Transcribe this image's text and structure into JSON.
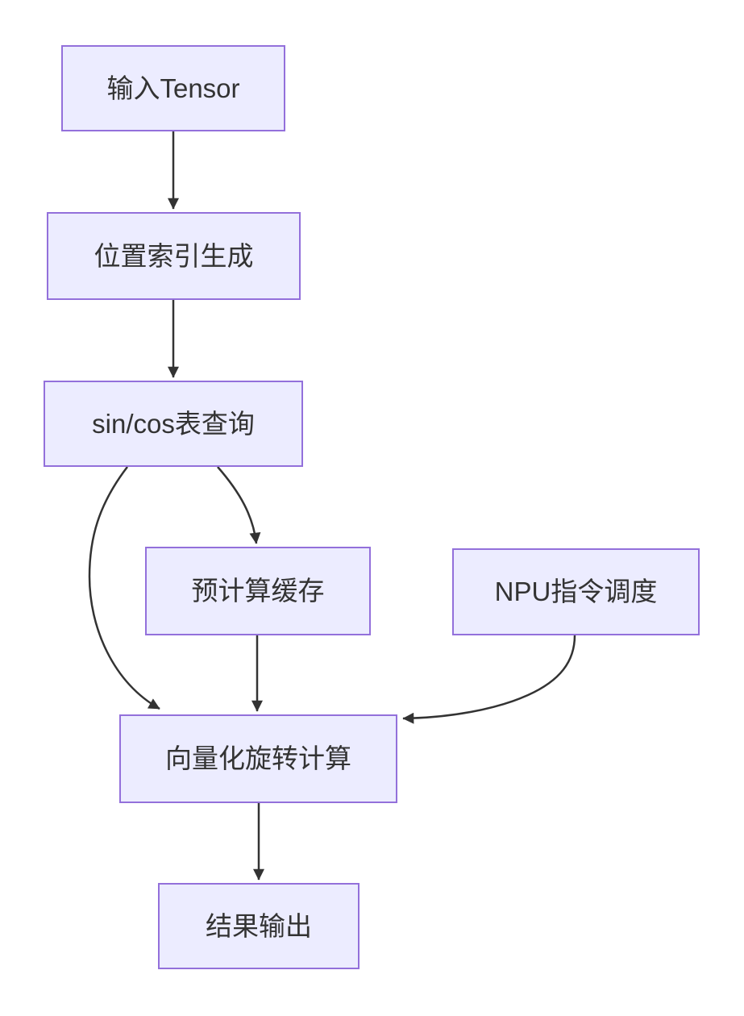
{
  "diagram": {
    "type": "flowchart",
    "direction": "top-to-bottom",
    "nodes": [
      {
        "id": "input_tensor",
        "label": "输入Tensor"
      },
      {
        "id": "position_index",
        "label": "位置索引生成"
      },
      {
        "id": "sincos_lookup",
        "label": "sin/cos表查询"
      },
      {
        "id": "precompute_cache",
        "label": "预计算缓存"
      },
      {
        "id": "npu_schedule",
        "label": "NPU指令调度"
      },
      {
        "id": "vector_rotation",
        "label": "向量化旋转计算"
      },
      {
        "id": "result_output",
        "label": "结果输出"
      }
    ],
    "edges": [
      {
        "from": "input_tensor",
        "to": "position_index"
      },
      {
        "from": "position_index",
        "to": "sincos_lookup"
      },
      {
        "from": "sincos_lookup",
        "to": "precompute_cache"
      },
      {
        "from": "sincos_lookup",
        "to": "vector_rotation"
      },
      {
        "from": "precompute_cache",
        "to": "vector_rotation"
      },
      {
        "from": "npu_schedule",
        "to": "vector_rotation"
      },
      {
        "from": "vector_rotation",
        "to": "result_output"
      }
    ],
    "colors": {
      "node_fill": "#ECECFF",
      "node_border": "#9370DB",
      "edge_line": "#333333",
      "text": "#333333",
      "background": "#FFFFFF"
    }
  }
}
